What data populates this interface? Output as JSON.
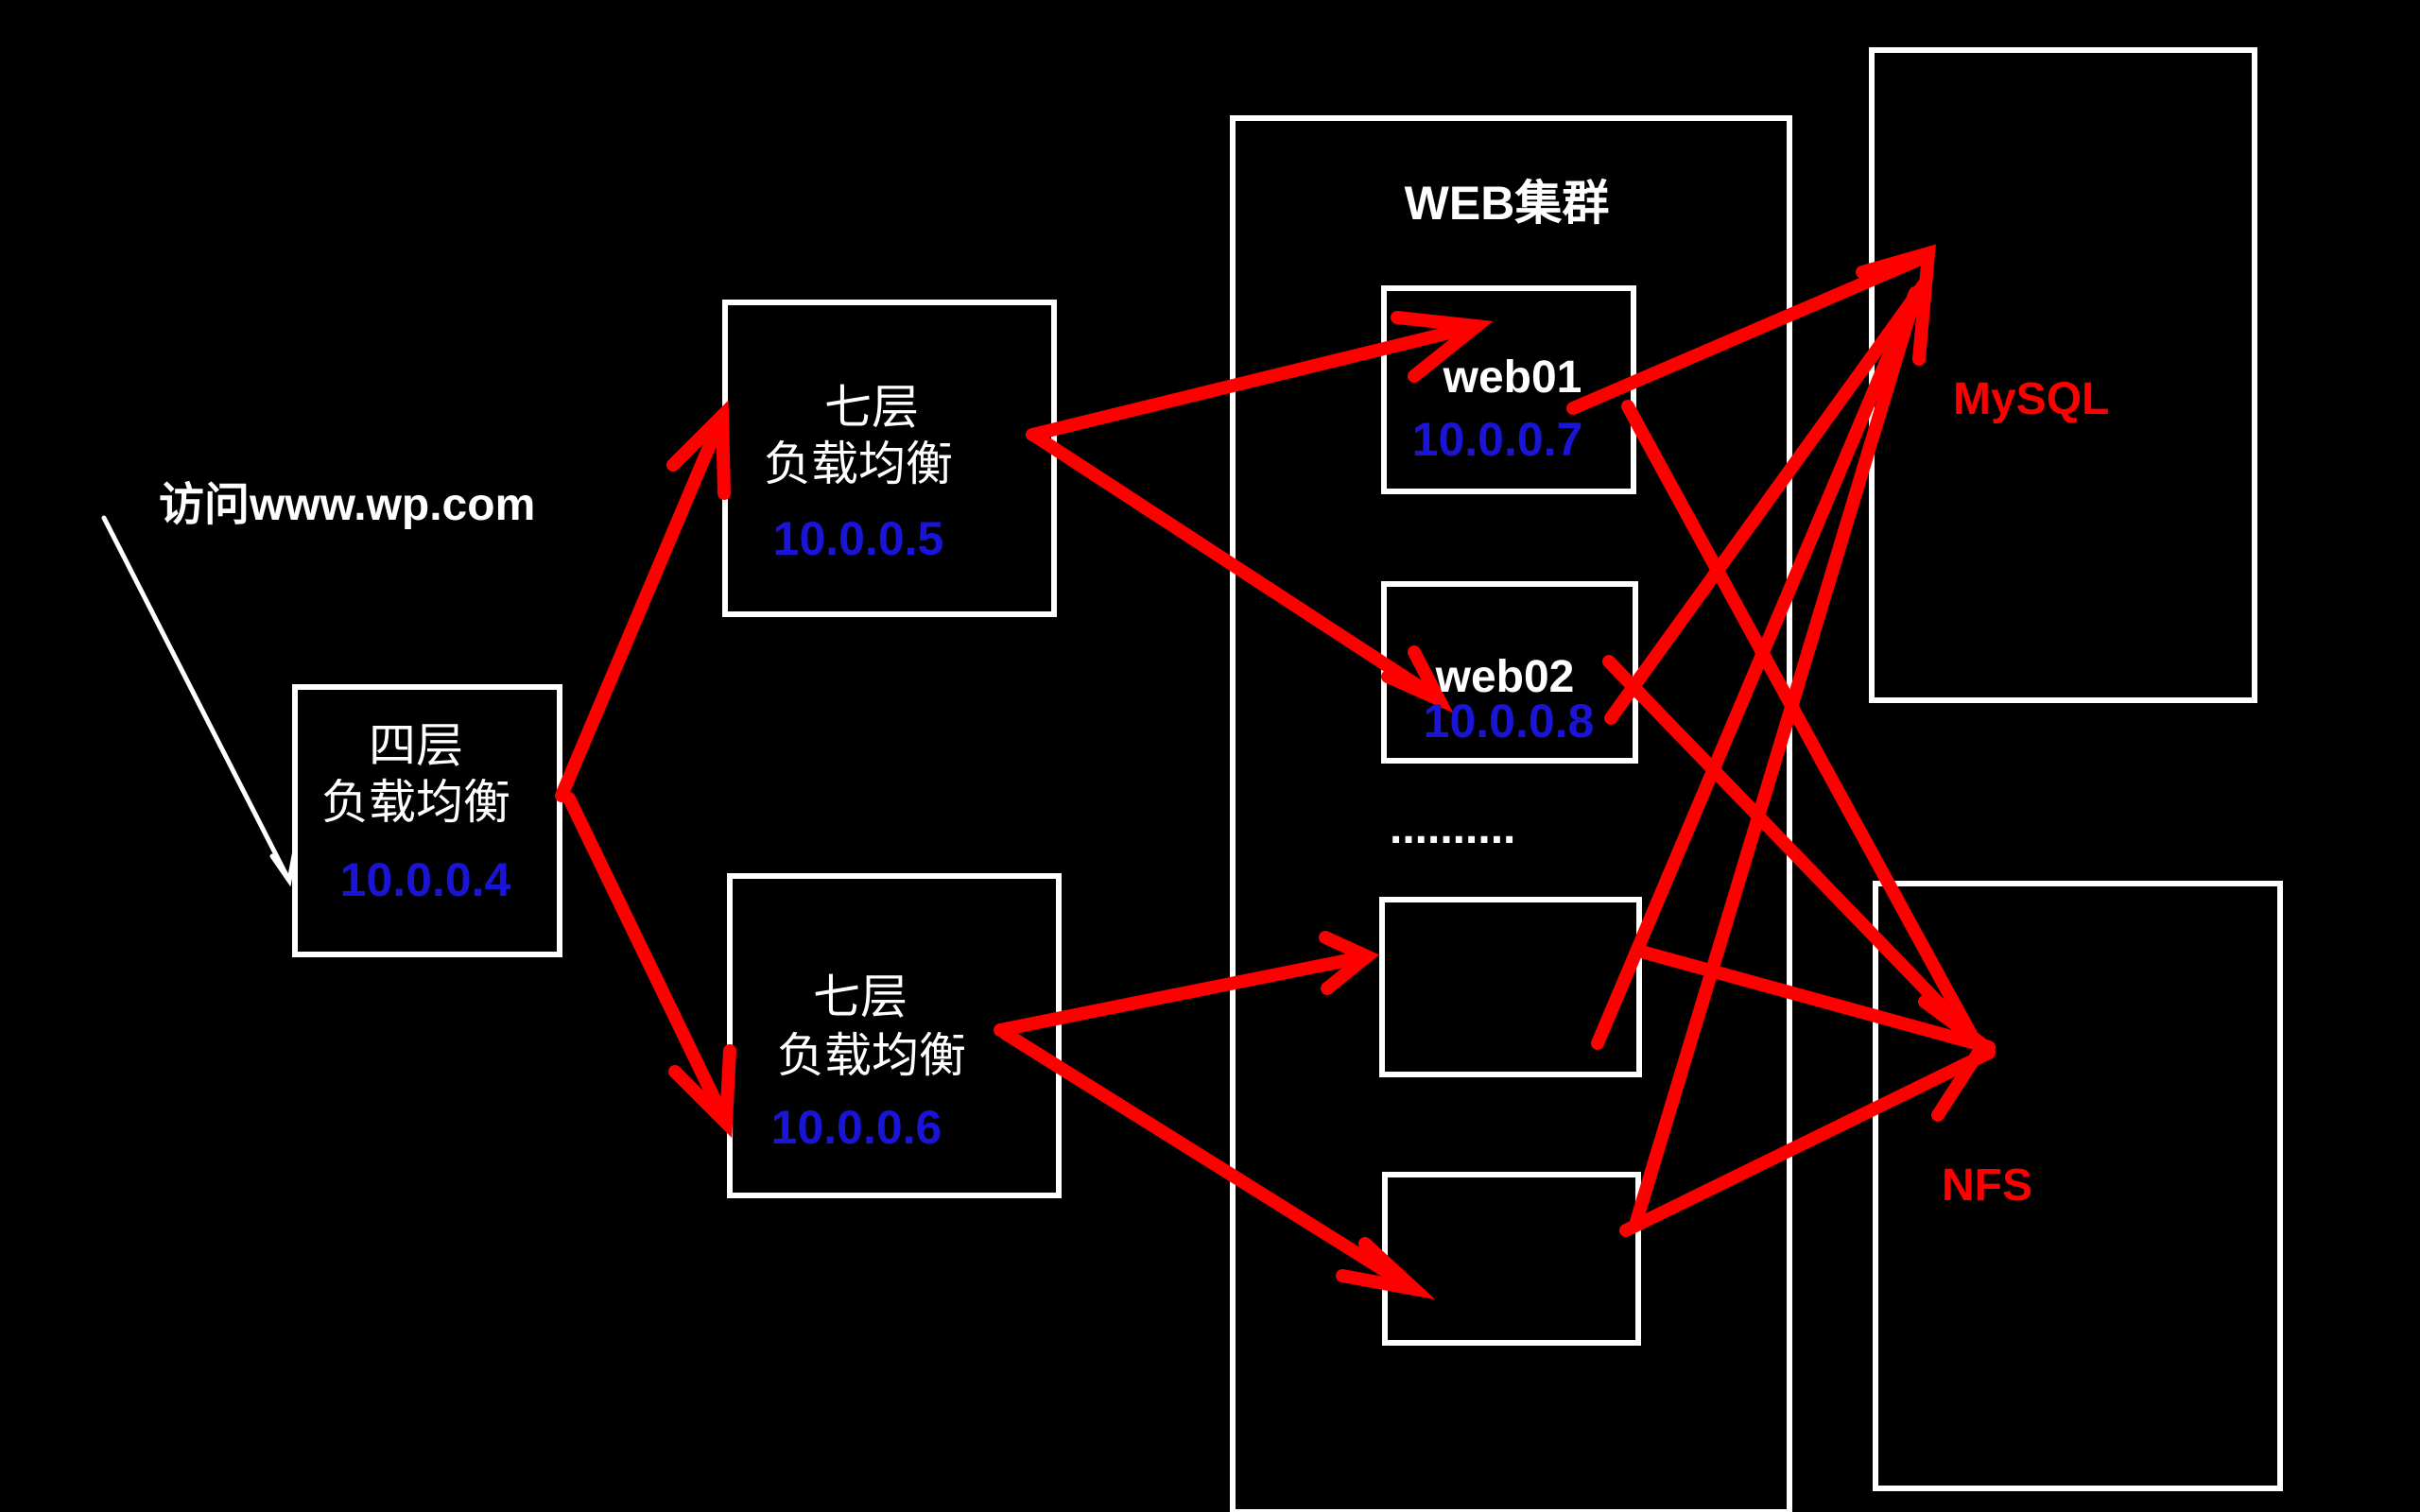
{
  "access_label": "访问www.wp.com",
  "l4": {
    "line1": "四层",
    "line2": "负载均衡",
    "ip": "10.0.0.4"
  },
  "l7a": {
    "line1": "七层",
    "line2": "负载均衡",
    "ip": "10.0.0.5"
  },
  "l7b": {
    "line1": "七层",
    "line2": "负载均衡",
    "ip": "10.0.0.6"
  },
  "web_cluster": {
    "title": "WEB集群",
    "web01": {
      "name": "web01",
      "ip": "10.0.0.7"
    },
    "web02": {
      "name": "web02",
      "ip": "10.0.0.8"
    },
    "ellipsis": ".........."
  },
  "mysql": {
    "label": "MySQL"
  },
  "nfs": {
    "label": "NFS"
  },
  "colors": {
    "background": "#000000",
    "arrow": "#ff0000",
    "ip": "#1a14d6",
    "box": "#ffffff",
    "storage_label": "#ff0000"
  }
}
